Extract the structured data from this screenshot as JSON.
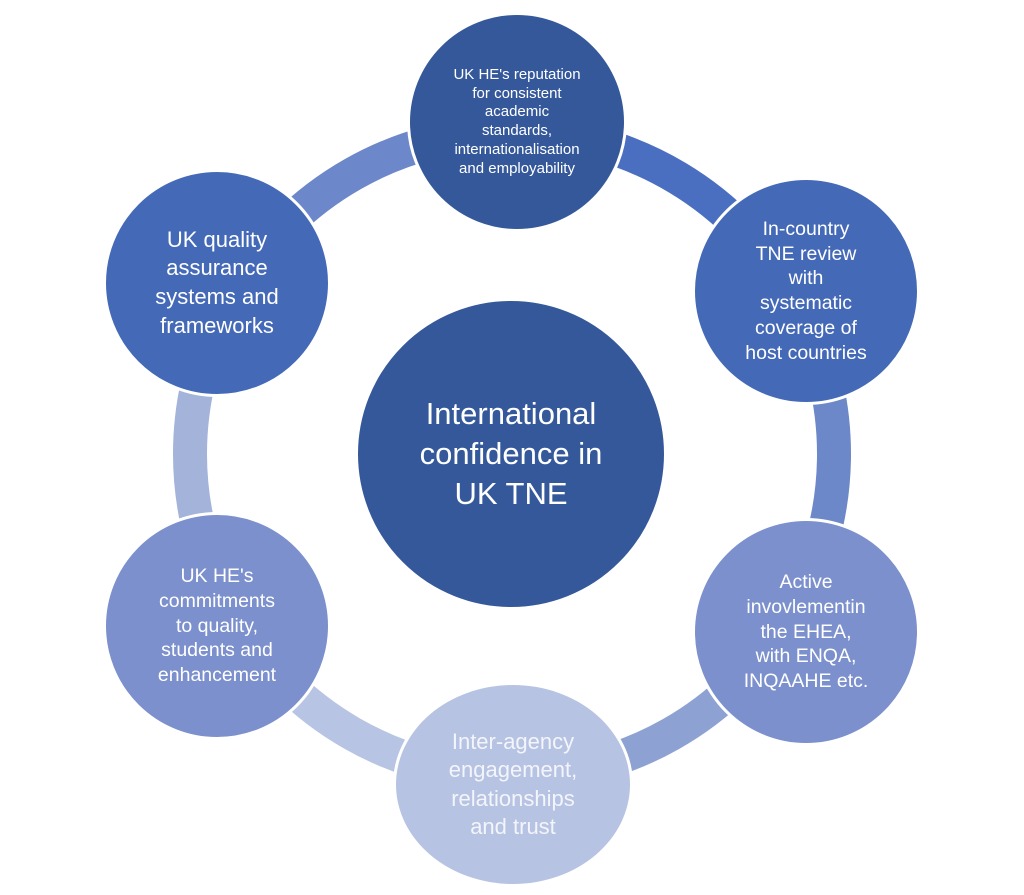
{
  "diagram": {
    "center": {
      "label": "International\nconfidence in\nUK TNE",
      "color": "#34589a"
    },
    "nodes": [
      {
        "label": "UK HE's reputation\nfor consistent\nacademic\nstandards,\ninternationalisation\nand employability",
        "color": "#34589a"
      },
      {
        "label": "In-country\nTNE review\nwith\nsystematic\ncoverage of\nhost countries",
        "color": "#4469b7"
      },
      {
        "label": "Active\ninvovlementin\nthe EHEA,\nwith ENQA,\nINQAAHE etc.",
        "color": "#7b90cc"
      },
      {
        "label": "Inter-agency\nengagement,\nrelationships\nand trust",
        "color": "#b7c3e2"
      },
      {
        "label": "UK HE's\ncommitments\nto  quality,\nstudents and\nenhancement",
        "color": "#7b90cc"
      },
      {
        "label": "UK quality\nassurance\nsystems and\nframeworks",
        "color": "#4469b7"
      }
    ],
    "ring_colors": [
      "#4a6fc0",
      "#6d88c9",
      "#8da2d2",
      "#b7c4e3",
      "#a3b3da",
      "#6d87cb"
    ],
    "text_colors": {
      "light_node": "#f3f5fb"
    }
  }
}
